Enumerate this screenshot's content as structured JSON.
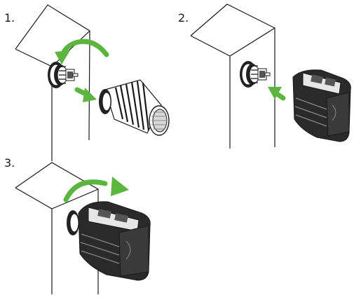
{
  "steps": [
    {
      "number": "1.",
      "action": "remove-old-head"
    },
    {
      "number": "2.",
      "action": "attach-new-head"
    },
    {
      "number": "3.",
      "action": "turn-to-fix"
    }
  ],
  "colors": {
    "arrow": "#5bb53f",
    "line": "#1a1a1a",
    "device_body": "#2a2a2a",
    "device_highlight": "#e6e6e6"
  },
  "icons": [
    "radiator-valve-icon",
    "old-thermostat-head-icon",
    "smart-thermostat-icon",
    "rotate-arrow-icon",
    "push-arrow-icon",
    "pull-arrow-icon"
  ]
}
